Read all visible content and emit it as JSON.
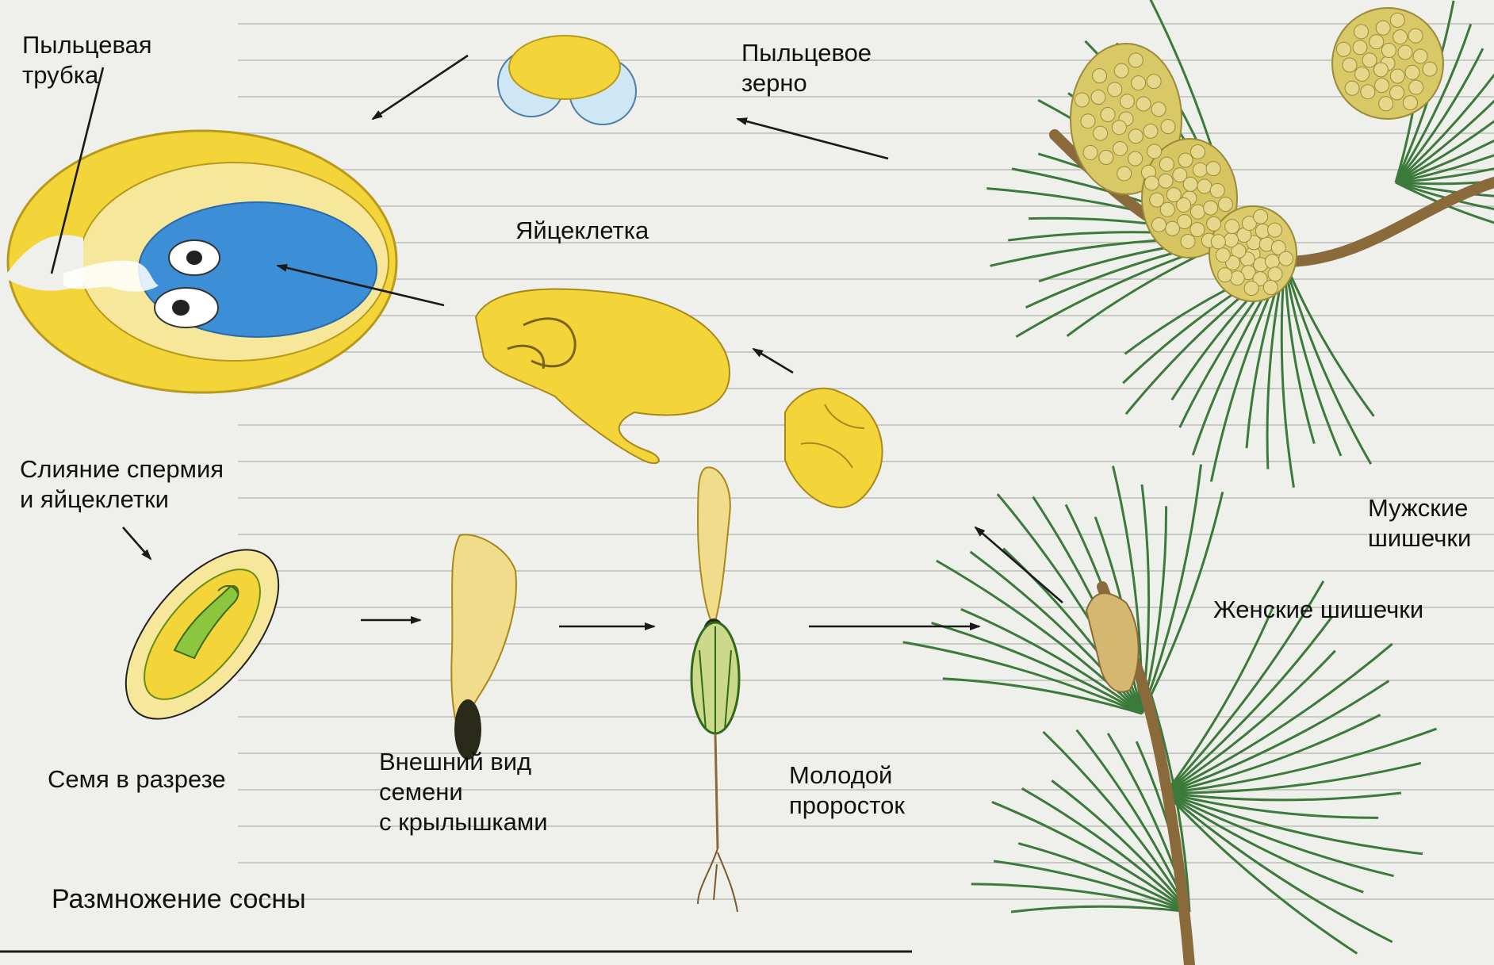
{
  "labels": {
    "pollen_tube": "Пыльцевая\nтрубка",
    "pollen_grain": "Пыльцевое\nзерно",
    "egg_cell": "Яйцеклетка",
    "fusion": "Слияние спермия\nи яйцеклетки",
    "seed_section": "Семя в разрезе",
    "seed_outer": "Внешний вид\nсемени\nс крылышками",
    "seedling": "Молодой\nпроросток",
    "male_cones": "Мужские\nшишечки",
    "female_cones": "Женские шишечки",
    "title": "Размножение сосны"
  },
  "colors": {
    "yellow": "#f3d53a",
    "pale_yellow": "#f6e79a",
    "blue": "#3c8fd6",
    "light_blue": "#cfe6f5",
    "needle_green": "#3b7a3a",
    "cone_yellow": "#d8c866",
    "background": "#efefec"
  }
}
